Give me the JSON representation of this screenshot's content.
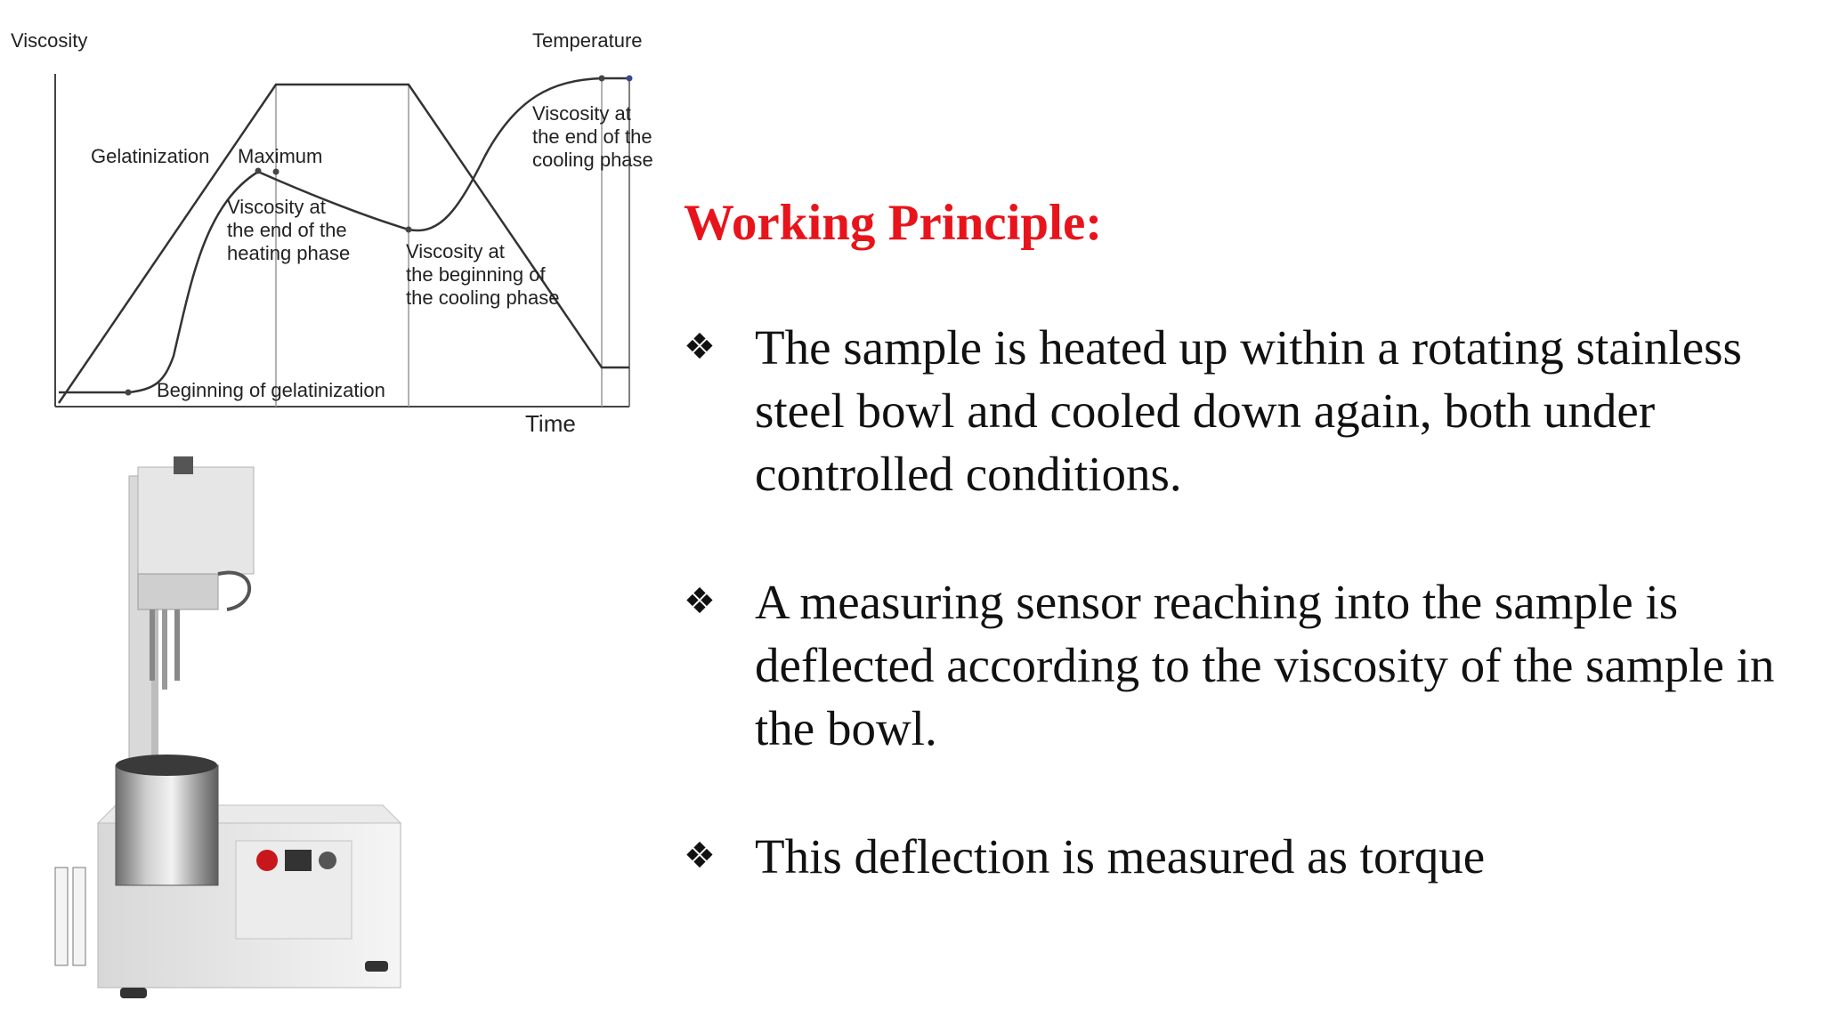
{
  "diagram": {
    "y_axis_label": "Viscosity",
    "temperature_label": "Temperature",
    "x_axis_label": "Time",
    "annotations": {
      "gelatinization": "Gelatinization",
      "maximum": "Maximum",
      "heating_end": [
        "Viscosity at",
        "the end of the",
        "heating phase"
      ],
      "cooling_begin": [
        "Viscosity at",
        "the beginning of",
        "the cooling phase"
      ],
      "cooling_end": [
        "Viscosity at",
        "the end of the",
        "cooling phase"
      ],
      "gel_begin": "Beginning of gelatinization"
    }
  },
  "heading": {
    "text": "Working Principle:",
    "color": "#e8141b"
  },
  "bullets": [
    {
      "icon": "four-diamond-icon",
      "text": "The sample is heated up within a rotating stainless steel bowl and cooled down again, both under controlled conditions."
    },
    {
      "icon": "four-diamond-icon",
      "text": "A measuring sensor reaching into the sample is deflected according to the viscosity of the sample in the bowl."
    },
    {
      "icon": "four-diamond-icon",
      "text": "This deflection is measured as torque"
    }
  ]
}
